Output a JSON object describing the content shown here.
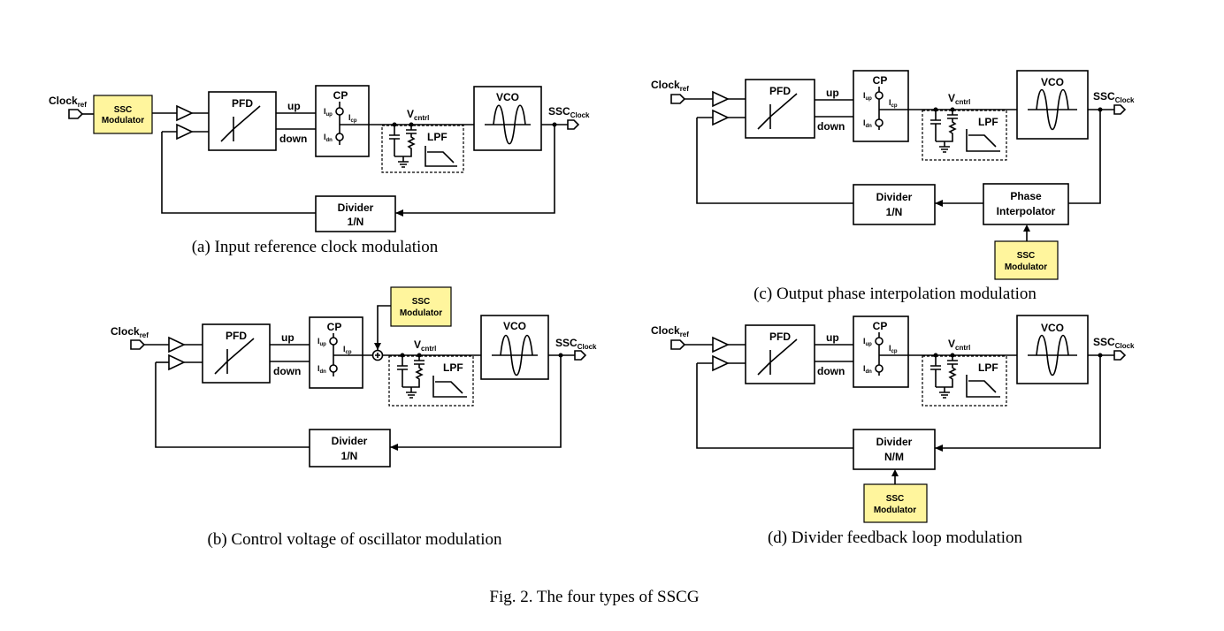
{
  "colors": {
    "ssc_fill": "#fff59d",
    "line": "#000000",
    "background": "#ffffff"
  },
  "labels": {
    "clock_ref_main": "Clock",
    "clock_ref_sub": "ref",
    "ssc_out_main": "SSC",
    "ssc_out_sub": "Clock",
    "ssc_modulator_line1": "SSC",
    "ssc_modulator_line2": "Modulator",
    "pfd": "PFD",
    "up": "up",
    "down": "down",
    "cp": "CP",
    "i_main": "I",
    "iup_sub": "up",
    "idn_sub": "dn",
    "icp_sub": "cp",
    "v_main": "V",
    "vcntrl_sub": "cntrl",
    "lpf": "LPF",
    "vco": "VCO",
    "divider": "Divider",
    "one_over_n": "1/N",
    "n_over_m": "N/M",
    "phase_interp_line1": "Phase",
    "phase_interp_line2": "Interpolator"
  },
  "panels": [
    {
      "id": "a",
      "caption": "(a) Input reference clock modulation",
      "variant": "input-reference"
    },
    {
      "id": "b",
      "caption": "(b) Control voltage of oscillator modulation",
      "variant": "control-voltage"
    },
    {
      "id": "c",
      "caption": "(c) Output phase interpolation modulation",
      "variant": "phase-interpolation"
    },
    {
      "id": "d",
      "caption": "(d) Divider feedback loop modulation",
      "variant": "divider-feedback"
    }
  ],
  "figure_caption": "Fig.  2. The four types of SSCG",
  "icons": [
    "clock-input-port-icon",
    "buffer-triangle-icon",
    "current-source-icon",
    "sine-wave-icon",
    "lowpass-response-icon",
    "ground-icon",
    "output-port-icon"
  ]
}
